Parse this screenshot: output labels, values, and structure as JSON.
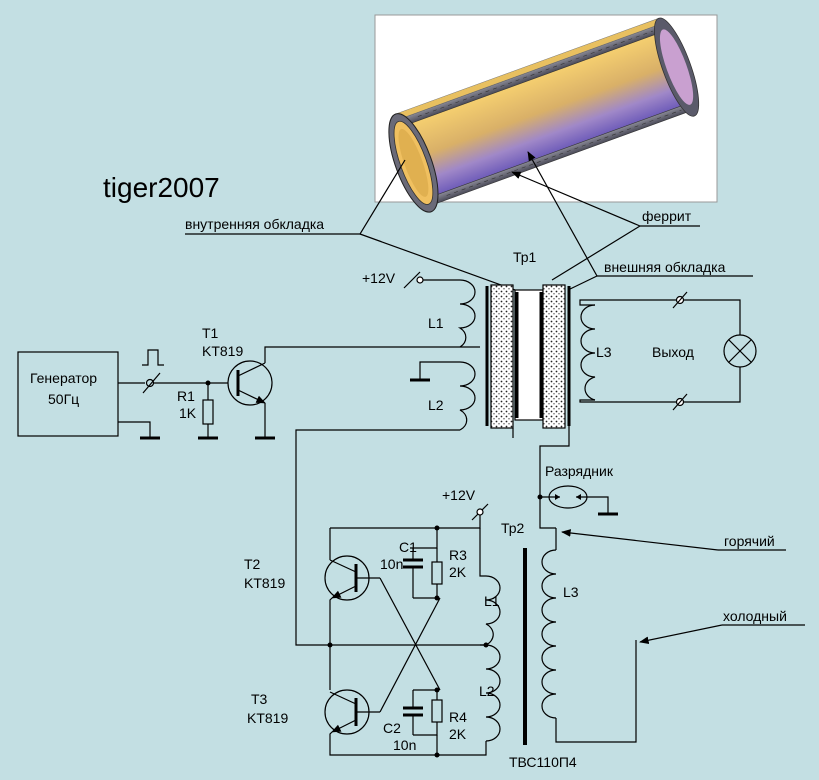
{
  "title": "tiger2007",
  "colors": {
    "background": "#c3dfe3",
    "ferrite": "#5a5a6a",
    "cylinder_inner": "#f0c060",
    "cylinder_outer": "#9080c8"
  },
  "callouts": {
    "inner_plate": "внутренняя обкладка",
    "ferrite": "феррит",
    "outer_plate": "внешняя обкладка",
    "hot": "горячий",
    "cold": "холодный"
  },
  "generator": {
    "line1": "Генератор",
    "line2": "50Гц"
  },
  "supply": {
    "top": "+12V",
    "bottom": "+12V"
  },
  "parts": {
    "R1_name": "R1",
    "R1_value": "1K",
    "T1_name": "T1",
    "T1_model": "KT819",
    "T2_name": "T2",
    "T2_model": "KT819",
    "T3_name": "T3",
    "T3_model": "KT819",
    "C1_name": "C1",
    "C1_value": "10n",
    "C2_name": "C2",
    "C2_value": "10n",
    "R3_name": "R3",
    "R3_value": "2K",
    "R4_name": "R4",
    "R4_value": "2K"
  },
  "transformer1": {
    "name": "Тр1",
    "L1": "L1",
    "L2": "L2",
    "L3": "L3",
    "output": "Выход"
  },
  "spark_gap": "Разрядник",
  "transformer2": {
    "name": "Тр2",
    "L1": "L1",
    "L2": "L2",
    "L3": "L3",
    "model": "ТВС110П4"
  }
}
